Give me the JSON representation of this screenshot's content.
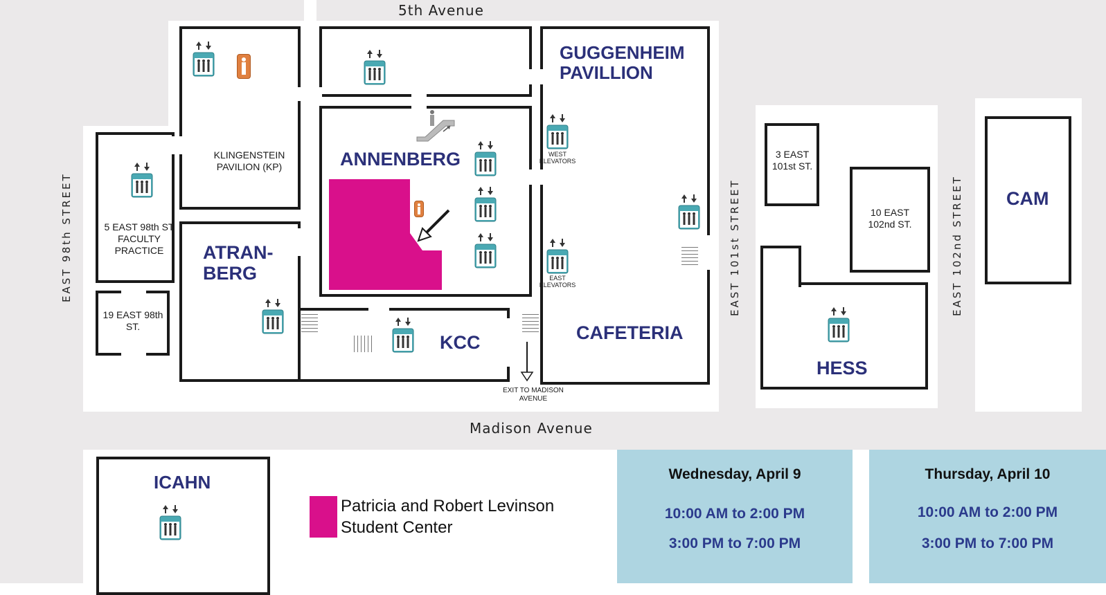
{
  "streets": {
    "top": "5th Avenue",
    "bottom": "Madison Avenue",
    "left": "EAST 98th STREET",
    "middle": "EAST 101st STREET",
    "right": "EAST 102nd STREET"
  },
  "buildings": {
    "klingenstein": "KLINGENSTEIN\nPAVILION (KP)",
    "annenberg": "ANNENBERG",
    "guggenheim": "GUGGENHEIM\nPAVILLION",
    "five_east": "5 EAST 98th ST\nFACULTY\nPRACTICE",
    "atranberg": "ATRAN-\nBERG",
    "nineteen_east": "19 EAST 98th\nST.",
    "kcc": "KCC",
    "cafeteria": "CAFETERIA",
    "three_east": "3 EAST\n101st ST.",
    "ten_east": "10 EAST\n102nd ST.",
    "cam": "CAM",
    "hess": "HESS",
    "icahn": "ICAHN"
  },
  "annotations": {
    "west_elevators": "WEST\nELEVATORS",
    "east_elevators": "EAST\nELEVATORS",
    "exit": "EXIT TO MADISON\nAVENUE"
  },
  "legend": {
    "label": "Patricia and Robert Levinson\nStudent Center",
    "color": "#d9108b"
  },
  "schedule": [
    {
      "day": "Wednesday, April 9",
      "times": [
        "10:00 AM to 2:00 PM",
        "3:00 PM to 7:00 PM"
      ]
    },
    {
      "day": "Thursday, April 10",
      "times": [
        "10:00 AM to 2:00 PM",
        "3:00 PM to 7:00 PM"
      ]
    }
  ],
  "icons": {
    "elevator": "elevator-icon",
    "restroom": "restroom-icon",
    "escalator": "escalator-icon",
    "stairs": "stairs-icon",
    "arrow": "arrow-icon"
  },
  "colors": {
    "building_label": "#2b3079",
    "highlight": "#d9108b",
    "schedule_bg": "#aed5e1",
    "street_bg": "#ebe9ea",
    "elevator": "#4aa9b3",
    "restroom": "#e08040"
  }
}
